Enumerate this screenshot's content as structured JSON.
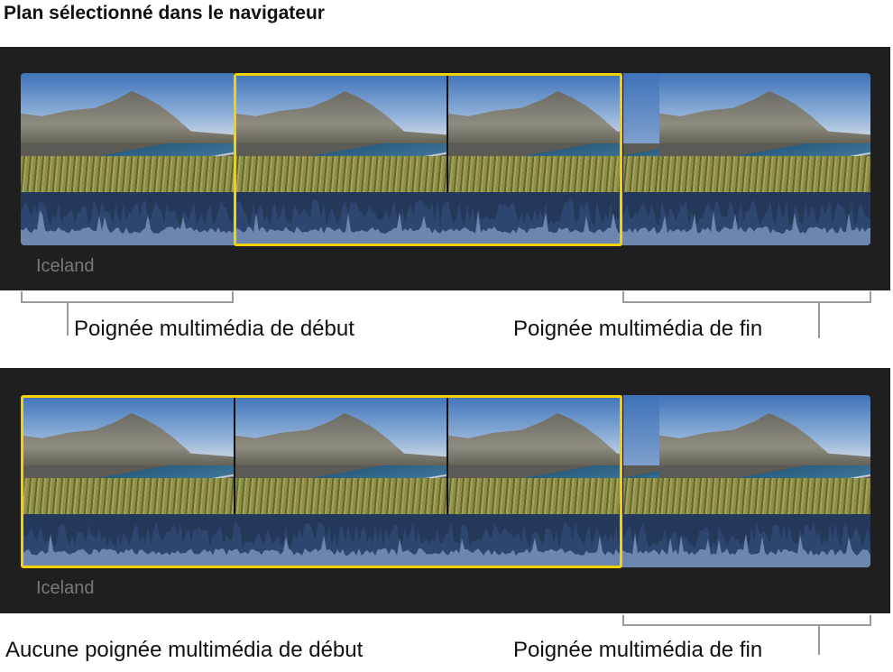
{
  "title": "Plan sélectionné dans le navigateur",
  "panels": [
    {
      "clip_name": "Iceland",
      "start_handle_label": "Poignée multimédia de début",
      "end_handle_label": "Poignée multimédia de fin"
    },
    {
      "clip_name": "Iceland",
      "start_handle_label": "Aucune poignée multimédia de début",
      "end_handle_label": "Poignée multimédia de fin"
    }
  ],
  "colors": {
    "selection": "#f7d000",
    "audio": "#24395a",
    "waveform": "#6c86ad",
    "panel": "#1f1f1f"
  }
}
